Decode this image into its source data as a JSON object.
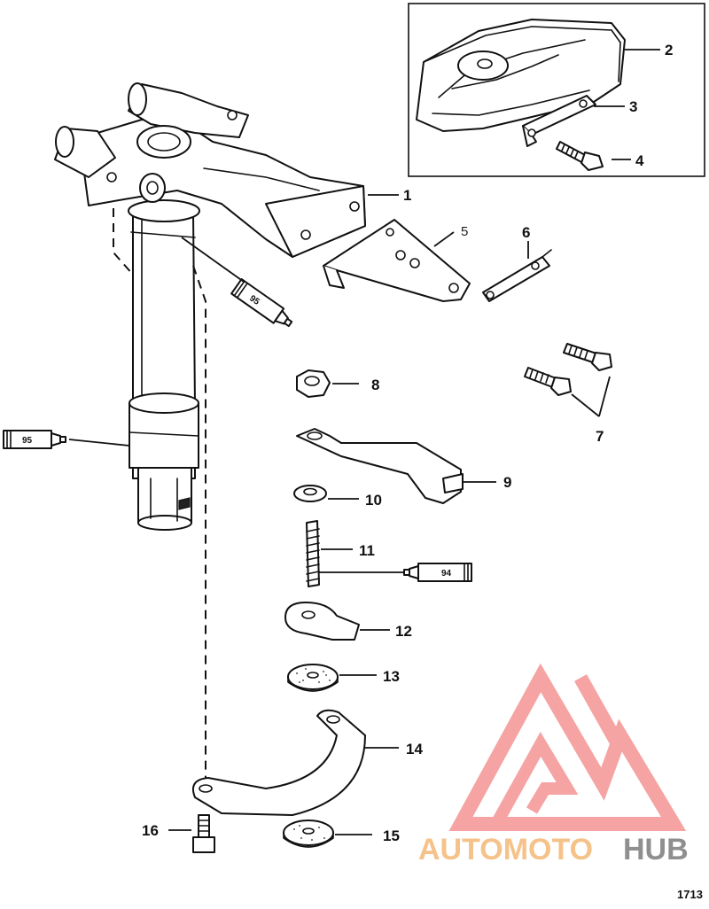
{
  "diagram": {
    "callouts": [
      {
        "id": "1",
        "text": "1"
      },
      {
        "id": "2",
        "text": "2"
      },
      {
        "id": "3",
        "text": "3"
      },
      {
        "id": "4",
        "text": "4"
      },
      {
        "id": "5",
        "text": "5"
      },
      {
        "id": "6",
        "text": "6"
      },
      {
        "id": "7",
        "text": "7"
      },
      {
        "id": "8",
        "text": "8"
      },
      {
        "id": "9",
        "text": "9"
      },
      {
        "id": "10",
        "text": "10"
      },
      {
        "id": "11",
        "text": "11"
      },
      {
        "id": "12",
        "text": "12"
      },
      {
        "id": "13",
        "text": "13"
      },
      {
        "id": "14",
        "text": "14"
      },
      {
        "id": "15",
        "text": "15"
      },
      {
        "id": "16",
        "text": "16"
      }
    ],
    "sealant_tubes": [
      {
        "id": "tube-a",
        "text": "95"
      },
      {
        "id": "tube-b",
        "text": "95"
      },
      {
        "id": "tube-c",
        "text": "94"
      }
    ],
    "figure_number": "1713"
  },
  "watermark": {
    "text_part1": "AUTOMOTO",
    "text_part2": "HUB",
    "color_primary": "#f08080",
    "color_secondary": "#f5c28a",
    "color_tertiary": "#9a9a9a"
  }
}
